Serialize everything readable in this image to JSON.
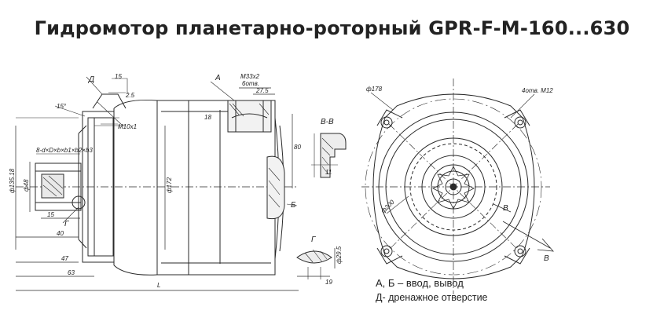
{
  "title": "Гидромотор планетарно-роторный GPR-F-M-160...630",
  "legend": {
    "line1": "А, Б – ввод, вывод",
    "line2": "Д- дренажное отверстие"
  },
  "labels": {
    "d": "Д",
    "a": "А",
    "b": "Б",
    "g_left": "Г",
    "g_view": "Г",
    "vv": "В-В",
    "v1": "В",
    "v2": "В"
  },
  "dims": {
    "d15": "15",
    "d25": "2.5",
    "angle15": "15°",
    "m10": "М10х1",
    "m33": "М33х2",
    "m33b": "6отв.",
    "d275": "27.5",
    "d18": "18",
    "d80": "80",
    "shaft": "8-d×D×b×b1×b2×b3",
    "d1358": "ф135.18",
    "d48": "ф48",
    "d172": "ф172",
    "d15b": "15",
    "d40": "40",
    "d47": "47",
    "d63": "63",
    "L": "L",
    "d11": "11",
    "d295": "ф29.5",
    "d19": "19",
    "d178": "ф178",
    "m12": "4отв. М12",
    "d200": "ф200"
  }
}
